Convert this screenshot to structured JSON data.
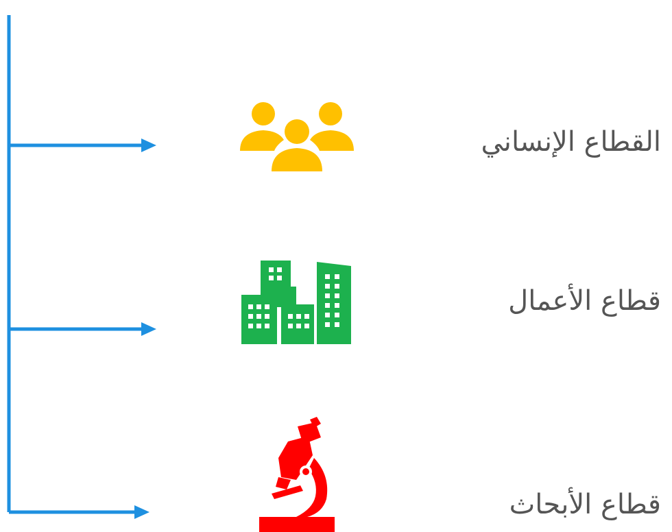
{
  "colors": {
    "connector": "#1E90E0",
    "people_icon": "#FFC000",
    "buildings_icon": "#1DB14E",
    "microscope_icon": "#FF0000",
    "label_text": "#555555"
  },
  "sectors": [
    {
      "label": "القطاع الإنساني",
      "icon": "people-icon"
    },
    {
      "label": "قطاع الأعمال",
      "icon": "buildings-icon"
    },
    {
      "label": "قطاع الأبحاث",
      "icon": "microscope-icon"
    }
  ]
}
